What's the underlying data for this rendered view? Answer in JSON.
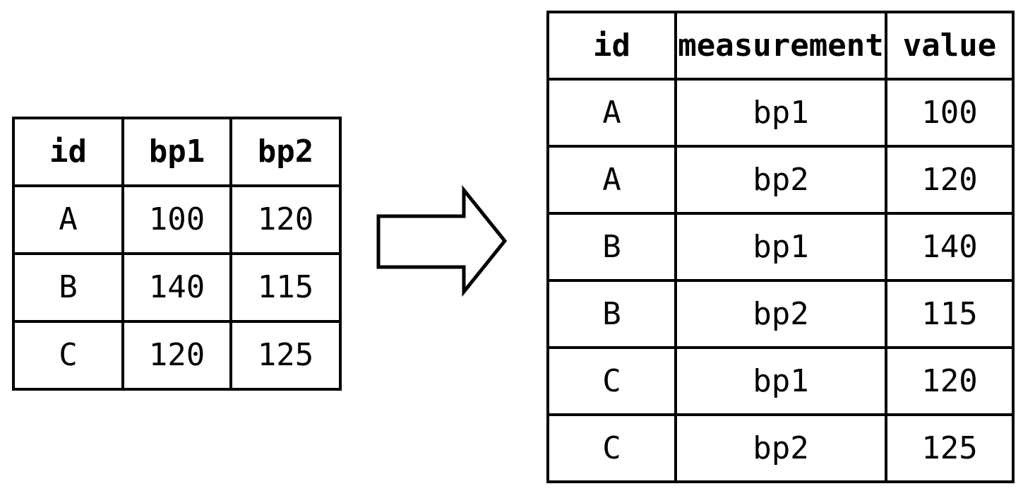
{
  "colors": {
    "background": "#ffffff",
    "border": "#000000",
    "text": "#000000",
    "green": "#9bdab5",
    "blue": "#94d1ec"
  },
  "arrow": {
    "icon": "right-block-arrow"
  },
  "wide_table": {
    "headers": [
      {
        "label": "id",
        "highlight": "none"
      },
      {
        "label": "bp1",
        "highlight": "green"
      },
      {
        "label": "bp2",
        "highlight": "blue"
      }
    ],
    "rows": [
      [
        "A",
        "100",
        "120"
      ],
      [
        "B",
        "140",
        "115"
      ],
      [
        "C",
        "120",
        "125"
      ]
    ]
  },
  "long_table": {
    "headers": [
      "id",
      "measurement",
      "value"
    ],
    "rows": [
      {
        "id": "A",
        "measurement": "bp1",
        "value": "100",
        "highlight": "green"
      },
      {
        "id": "A",
        "measurement": "bp2",
        "value": "120",
        "highlight": "blue"
      },
      {
        "id": "B",
        "measurement": "bp1",
        "value": "140",
        "highlight": "green"
      },
      {
        "id": "B",
        "measurement": "bp2",
        "value": "115",
        "highlight": "blue"
      },
      {
        "id": "C",
        "measurement": "bp1",
        "value": "120",
        "highlight": "green"
      },
      {
        "id": "C",
        "measurement": "bp2",
        "value": "125",
        "highlight": "blue"
      }
    ]
  }
}
